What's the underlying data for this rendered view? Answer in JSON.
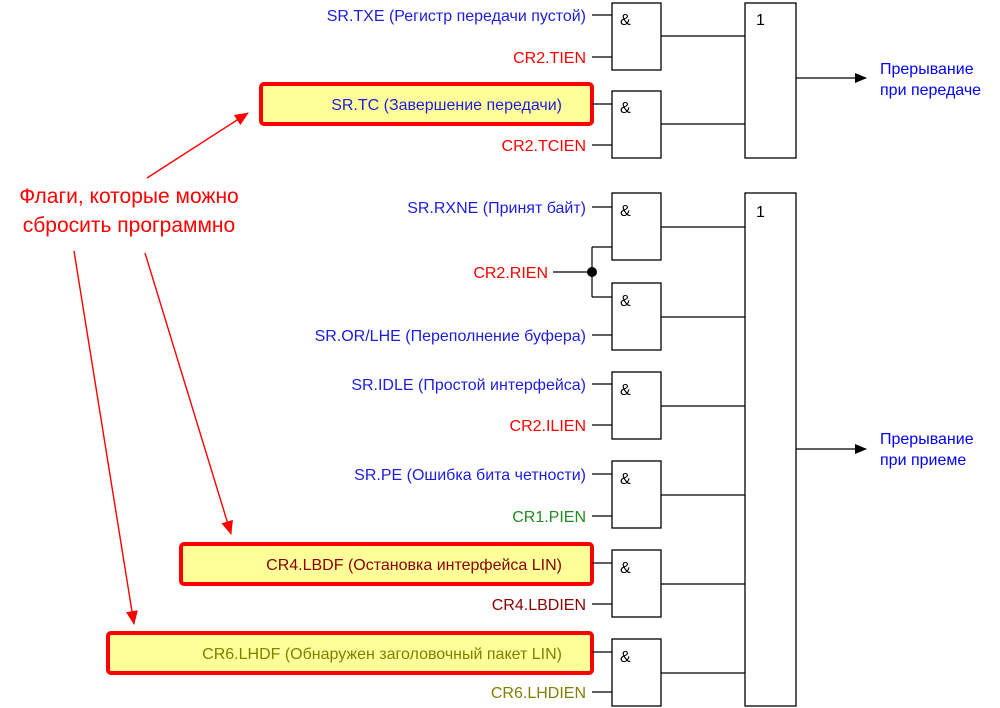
{
  "colors": {
    "status_flag": "#1d1de0",
    "interrupt_enable": "#ff0000",
    "parity_enable": "#228b22",
    "lin_break": "#8b0000",
    "lin_header": "#808000",
    "highlight_fill": "#ffff99",
    "highlight_border": "#ff0000",
    "output_label": "#0000ff",
    "note": "#ff0000"
  },
  "signals": {
    "sr_txe": "SR.TXE (Регистр передачи пустой)",
    "cr2_tien": "CR2.TIEN",
    "sr_tc": "SR.TC (Завершение передачи)",
    "cr2_tcien": "CR2.TCIEN",
    "sr_rxne": "SR.RXNE (Принят байт)",
    "cr2_rien": "CR2.RIEN",
    "sr_or_lhe": "SR.OR/LHE (Переполнение буфера)",
    "sr_idle": "SR.IDLE (Простой интерфейса)",
    "cr2_ilien": "CR2.ILIEN",
    "sr_pe": "SR.PE (Ошибка бита четности)",
    "cr1_pien": "CR1.PIEN",
    "cr4_lbdf": "CR4.LBDF (Остановка интерфейса LIN)",
    "cr4_lbdien": "CR4.LBDIEN",
    "cr6_lhdf": "CR6.LHDF (Обнаружен заголовочный пакет LIN)",
    "cr6_lhdien": "CR6.LHDIEN"
  },
  "gates": {
    "and_symbol": "&",
    "or_symbol": "1"
  },
  "outputs": {
    "tx_line1": "Прерывание",
    "tx_line2": "при передаче",
    "rx_line1": "Прерывание",
    "rx_line2": "при приеме"
  },
  "note": {
    "line1": "Флаги, которые можно",
    "line2": "сбросить программно"
  }
}
